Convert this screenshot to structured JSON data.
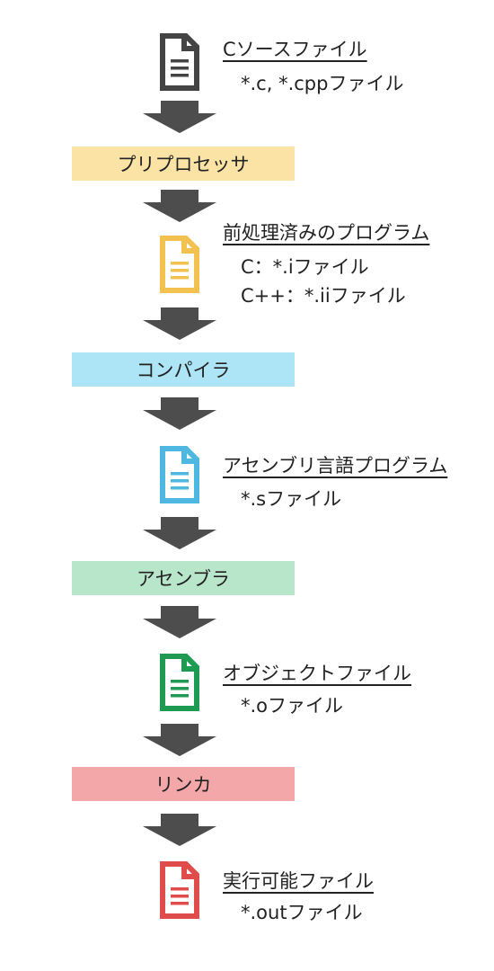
{
  "colors": {
    "arrow": "#4d4d4d",
    "source_icon": "#444444",
    "preprocessed_icon": "#f2c14f",
    "assembly_icon": "#4fb8e0",
    "object_icon": "#1e9a52",
    "executable_icon": "#e04b4b",
    "preprocessor_bg": "#fae3a5",
    "compiler_bg": "#ade4f6",
    "assembler_bg": "#b8e6cb",
    "linker_bg": "#f3a7a8"
  },
  "files": {
    "source": {
      "icon": "document-icon",
      "title": "Cソースファイル",
      "lines": [
        "*.c, *.cppファイル"
      ]
    },
    "preprocessed": {
      "icon": "document-icon",
      "title": "前処理済みのプログラム",
      "lines": [
        "C：*.iファイル",
        "C++：*.iiファイル"
      ]
    },
    "assembly": {
      "icon": "document-icon",
      "title": "アセンブリ言語プログラム",
      "lines": [
        "*.sファイル"
      ]
    },
    "object": {
      "icon": "document-icon",
      "title": "オブジェクトファイル",
      "lines": [
        "*.oファイル"
      ]
    },
    "executable": {
      "icon": "document-icon",
      "title": "実行可能ファイル",
      "lines": [
        "*.outファイル"
      ]
    }
  },
  "stages": {
    "preprocessor": "プリプロセッサ",
    "compiler": "コンパイラ",
    "assembler": "アセンブラ",
    "linker": "リンカ"
  }
}
